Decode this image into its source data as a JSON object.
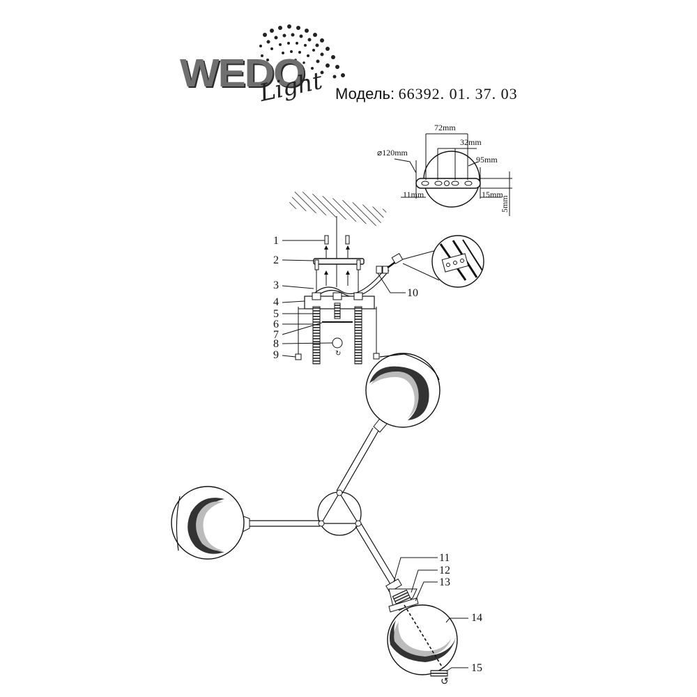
{
  "brand": {
    "wordmark": "WEDO",
    "script": "Light"
  },
  "model": {
    "label": "Модель:",
    "number": "66392. 01. 37. 03"
  },
  "dimensions": {
    "width_72": "72mm",
    "width_32": "32mm",
    "dia_120": "⌀120mm",
    "len_95": "95mm",
    "off_11": "11mm",
    "off_15": "15mm",
    "depth_5": "5mm"
  },
  "parts": {
    "p1": "1",
    "p2": "2",
    "p3": "3",
    "p4": "4",
    "p5": "5",
    "p6": "6",
    "p7": "7",
    "p8": "8",
    "p9": "9",
    "p10": "10",
    "p11": "11",
    "p12": "12",
    "p13": "13",
    "p14": "14",
    "p15": "15"
  }
}
